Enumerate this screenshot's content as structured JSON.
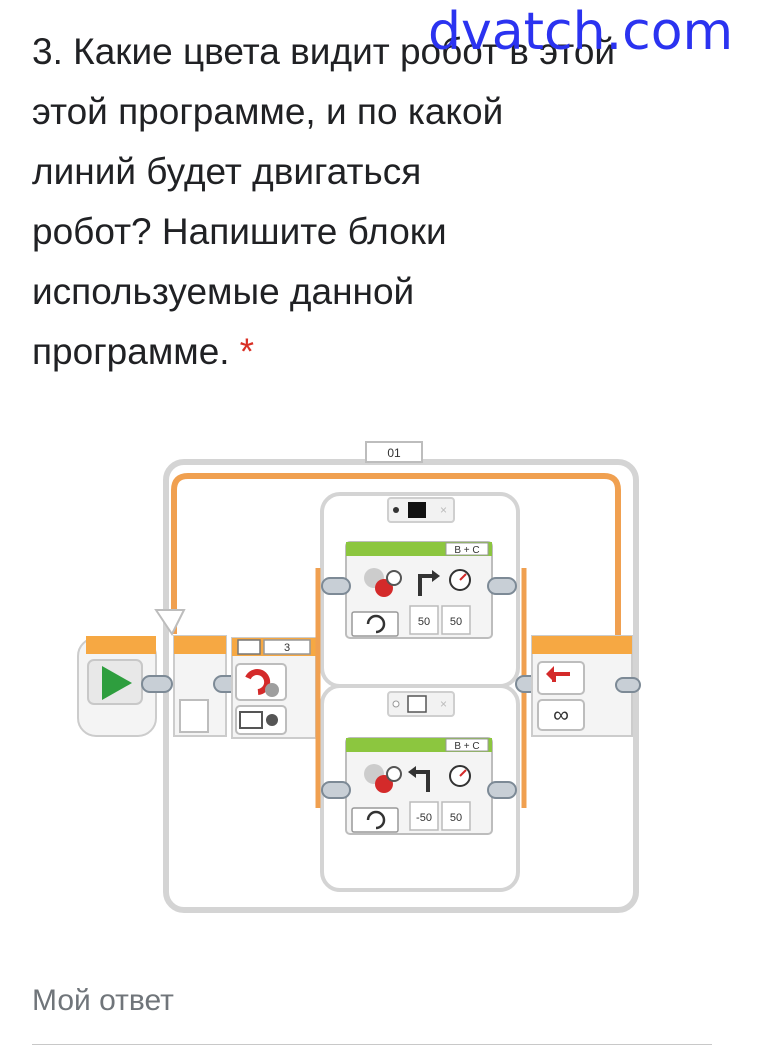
{
  "question": {
    "lines": [
      "3. Какие цвета видит робот в этой",
      "этой программе, и по какой",
      "линий будет двигаться",
      "робот? Напишите блоки",
      "используемые данной",
      "программе."
    ],
    "required_mark": "*"
  },
  "watermark": "dvatch.com",
  "program": {
    "loop_label": "01",
    "switch_port": "3",
    "upper_case": {
      "sensor_color": "black",
      "motor_ports": "B + C",
      "steering": "50",
      "power": "50"
    },
    "lower_case": {
      "sensor_color": "white",
      "motor_ports": "B + C",
      "steering": "-50",
      "power": "50"
    },
    "loop_end_mode": "∞"
  },
  "colors": {
    "orange_wire": "#f0a050",
    "green_header": "#8cc63f",
    "start_green": "#2e9e3e",
    "motor_red": "#d42a2a",
    "required_red": "#d93025"
  },
  "answer": {
    "placeholder": "Мой ответ"
  }
}
